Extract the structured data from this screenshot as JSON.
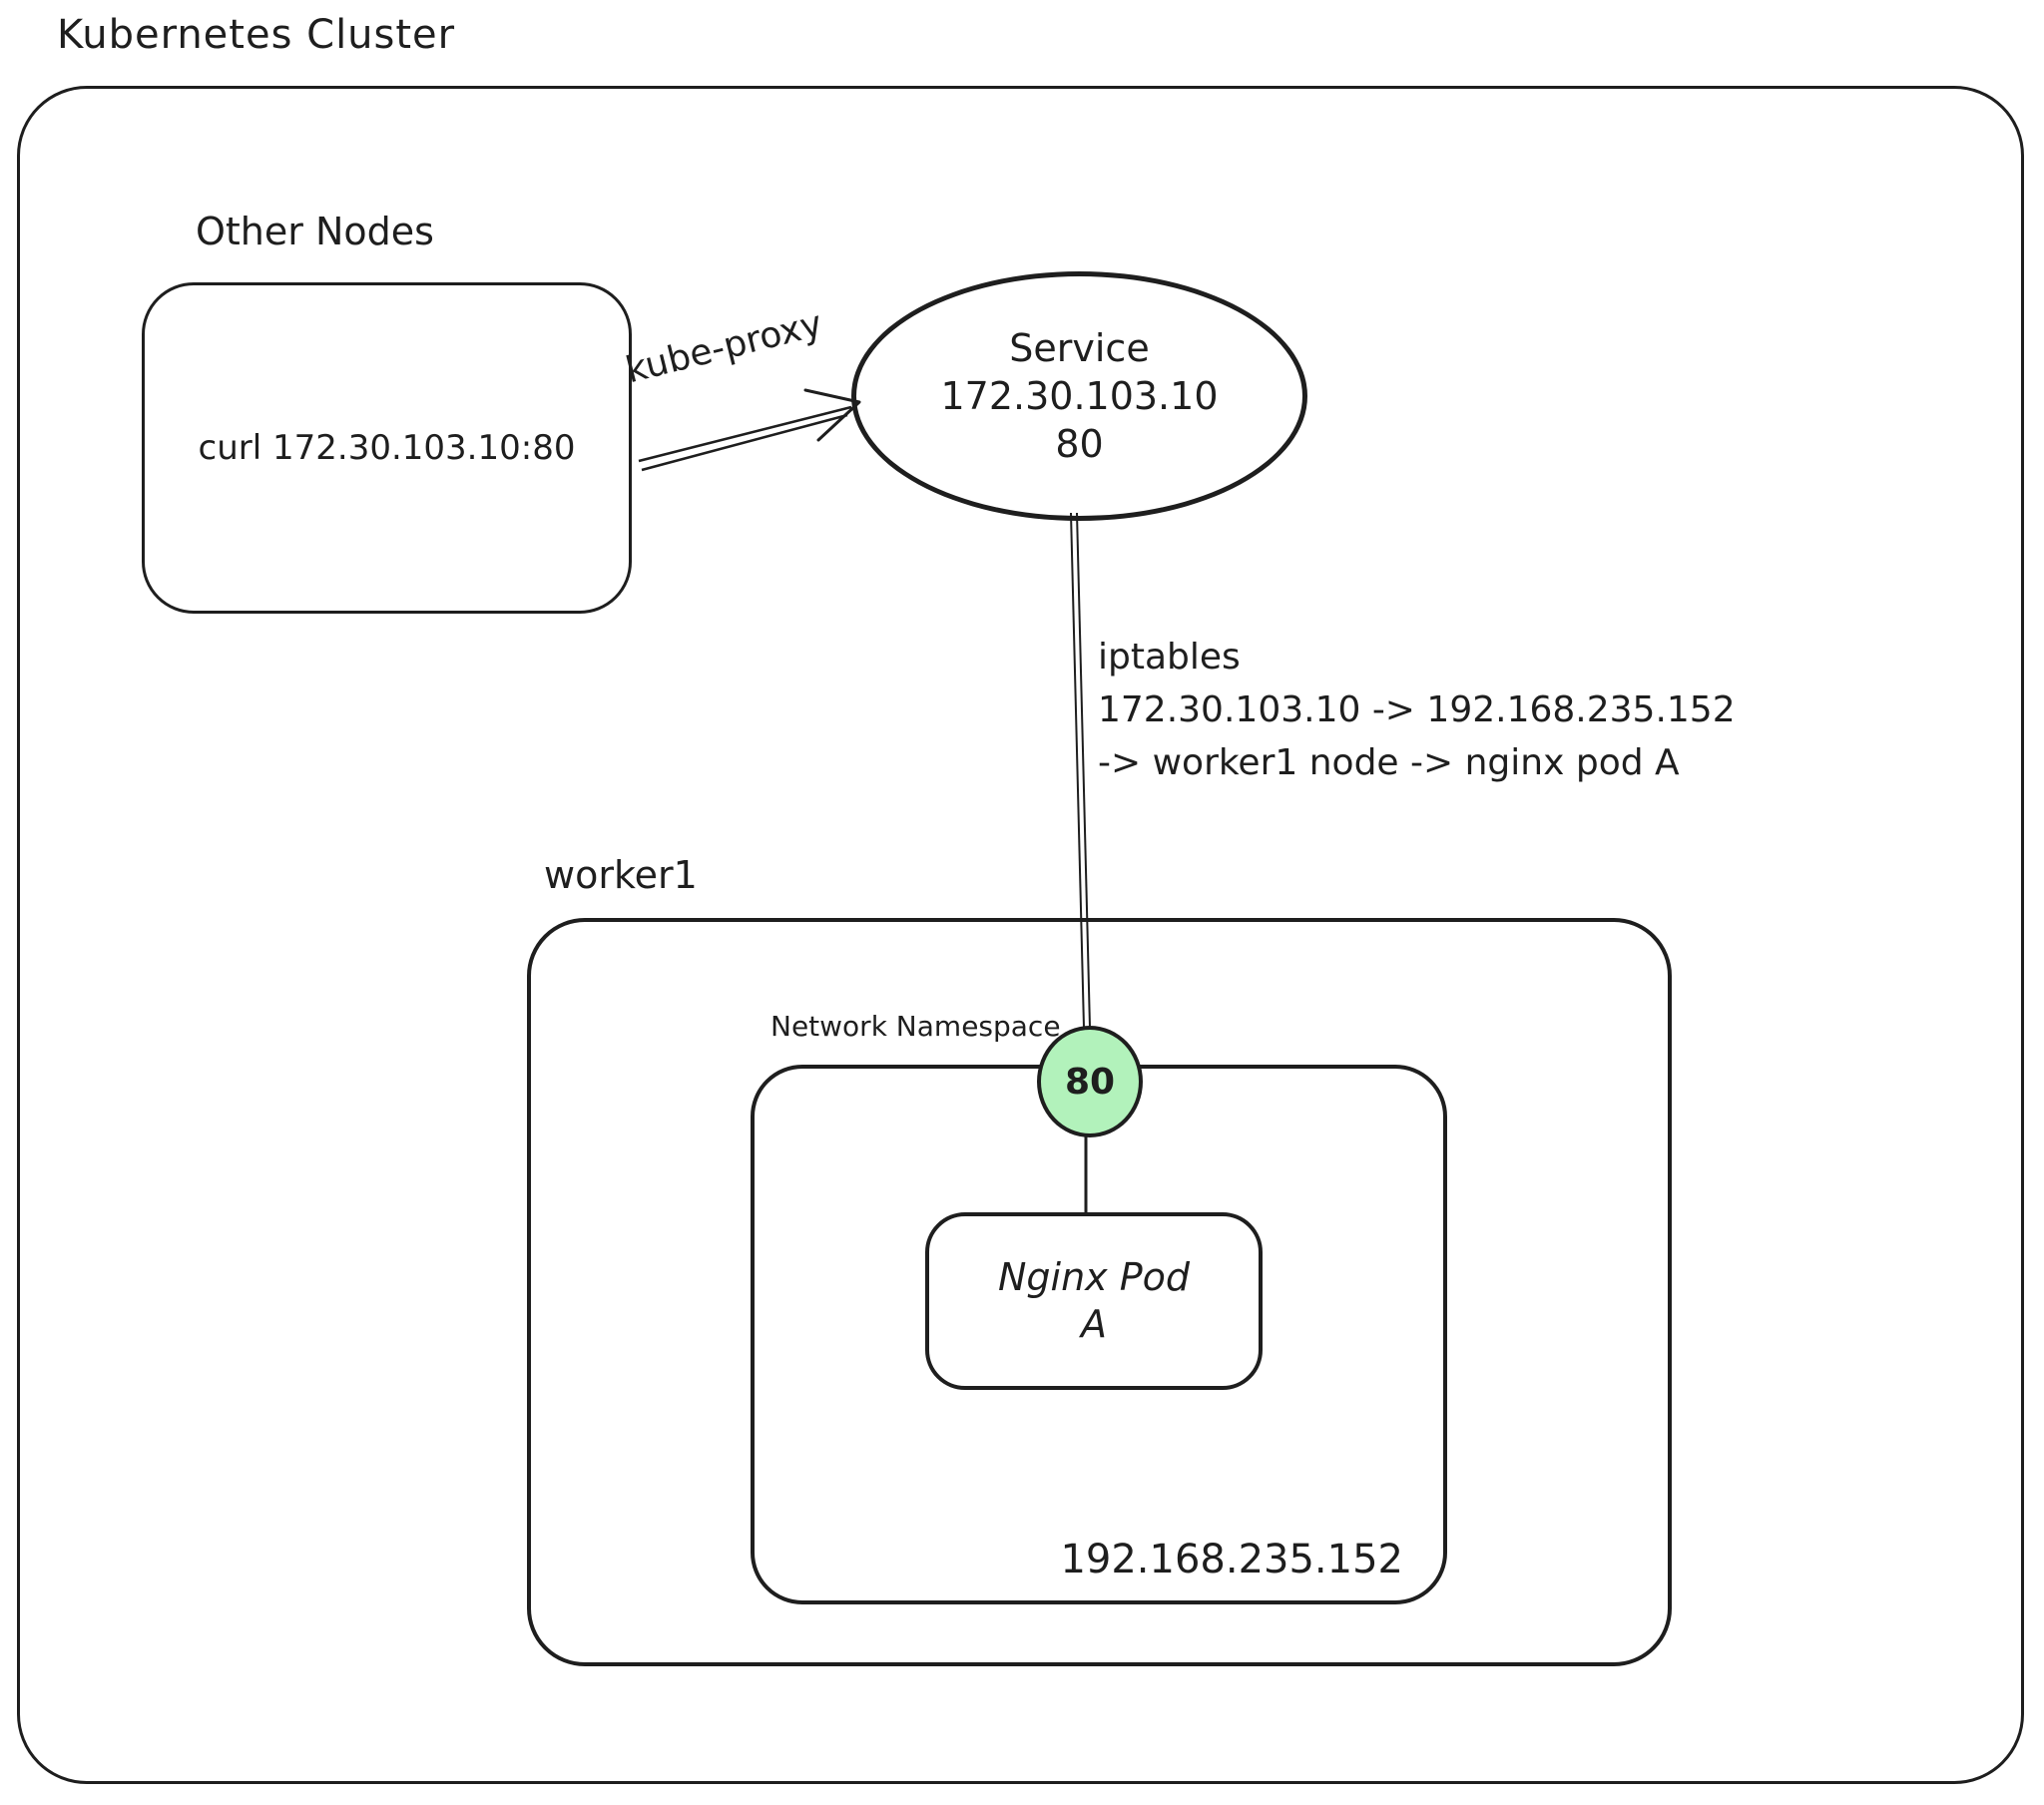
{
  "diagram": {
    "title": "Kubernetes Cluster",
    "other_nodes": {
      "label": "Other Nodes",
      "command": "curl 172.30.103.10:80"
    },
    "kube_proxy_arrow": {
      "label": "kube-proxy"
    },
    "service": {
      "line1": "Service",
      "line2": "172.30.103.10",
      "line3": "80"
    },
    "iptables_note": {
      "line1": "iptables",
      "line2": "172.30.103.10 -> 192.168.235.152",
      "line3": "-> worker1 node -> nginx pod A"
    },
    "worker_node": {
      "label": "worker1"
    },
    "network_namespace": {
      "label": "Network Namespace",
      "ip": "192.168.235.152"
    },
    "port_badge": {
      "value": "80"
    },
    "nginx_pod": {
      "line1": "Nginx Pod",
      "line2": "A"
    },
    "colors": {
      "stroke": "#1e1e1e",
      "badge_fill": "#b2f2bb",
      "background": "#ffffff"
    }
  }
}
